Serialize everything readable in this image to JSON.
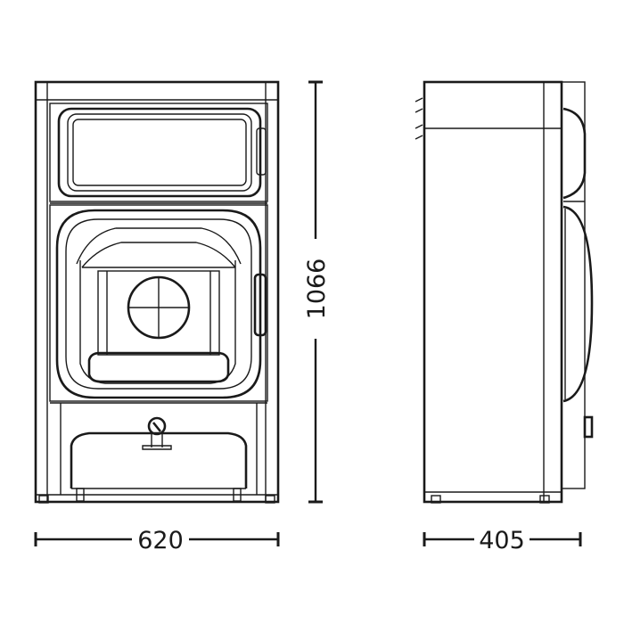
{
  "drawing": {
    "views": [
      "front-view",
      "side-view"
    ],
    "dimensions": {
      "width": "620",
      "height": "1066",
      "depth": "405"
    },
    "line_color": "#1a1a1a",
    "background": "#ffffff"
  }
}
